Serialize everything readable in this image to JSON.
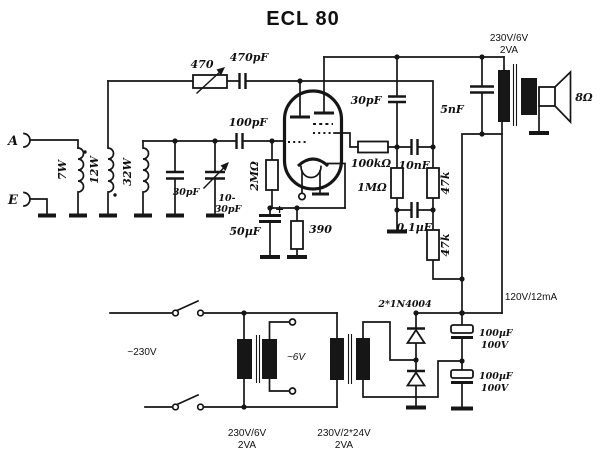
{
  "title": "ECL 80",
  "antenna": {
    "a": "A",
    "e": "E"
  },
  "tank": {
    "l1": "7W",
    "l2": "12W",
    "l3": "32W",
    "c_fixed": "30pF",
    "trim_top": "10-",
    "trim_bottom": "30pF"
  },
  "detector": {
    "c_grid": "100pF",
    "r_leak": "2MΩ",
    "c_cathode": "50µF",
    "plus": "+",
    "r_cathode": "390",
    "r_regen": "470",
    "c_regen": "470pF"
  },
  "amplifier": {
    "c_fb": "30pF",
    "r_grid": "100kΩ",
    "c_couple": "10nF",
    "r_leak": "1MΩ",
    "r_dec1": "47k",
    "c_dec": "0,1µF",
    "r_dec2": "47k"
  },
  "output": {
    "t_line1": "230V/6V",
    "t_line2": "2VA",
    "c_tone": "5nF",
    "speaker": "8Ω"
  },
  "psu": {
    "mains": "~230V",
    "t1_line1": "230V/6V",
    "t1_line2": "2VA",
    "heater": "~6V",
    "t2_line1": "230V/2*24V",
    "t2_line2": "2VA",
    "diodes": "2*1N4004",
    "c1_line1": "100µF",
    "c1_line2": "100V",
    "c2_line1": "100µF",
    "c2_line2": "100V",
    "rail": "120V/12mA"
  }
}
